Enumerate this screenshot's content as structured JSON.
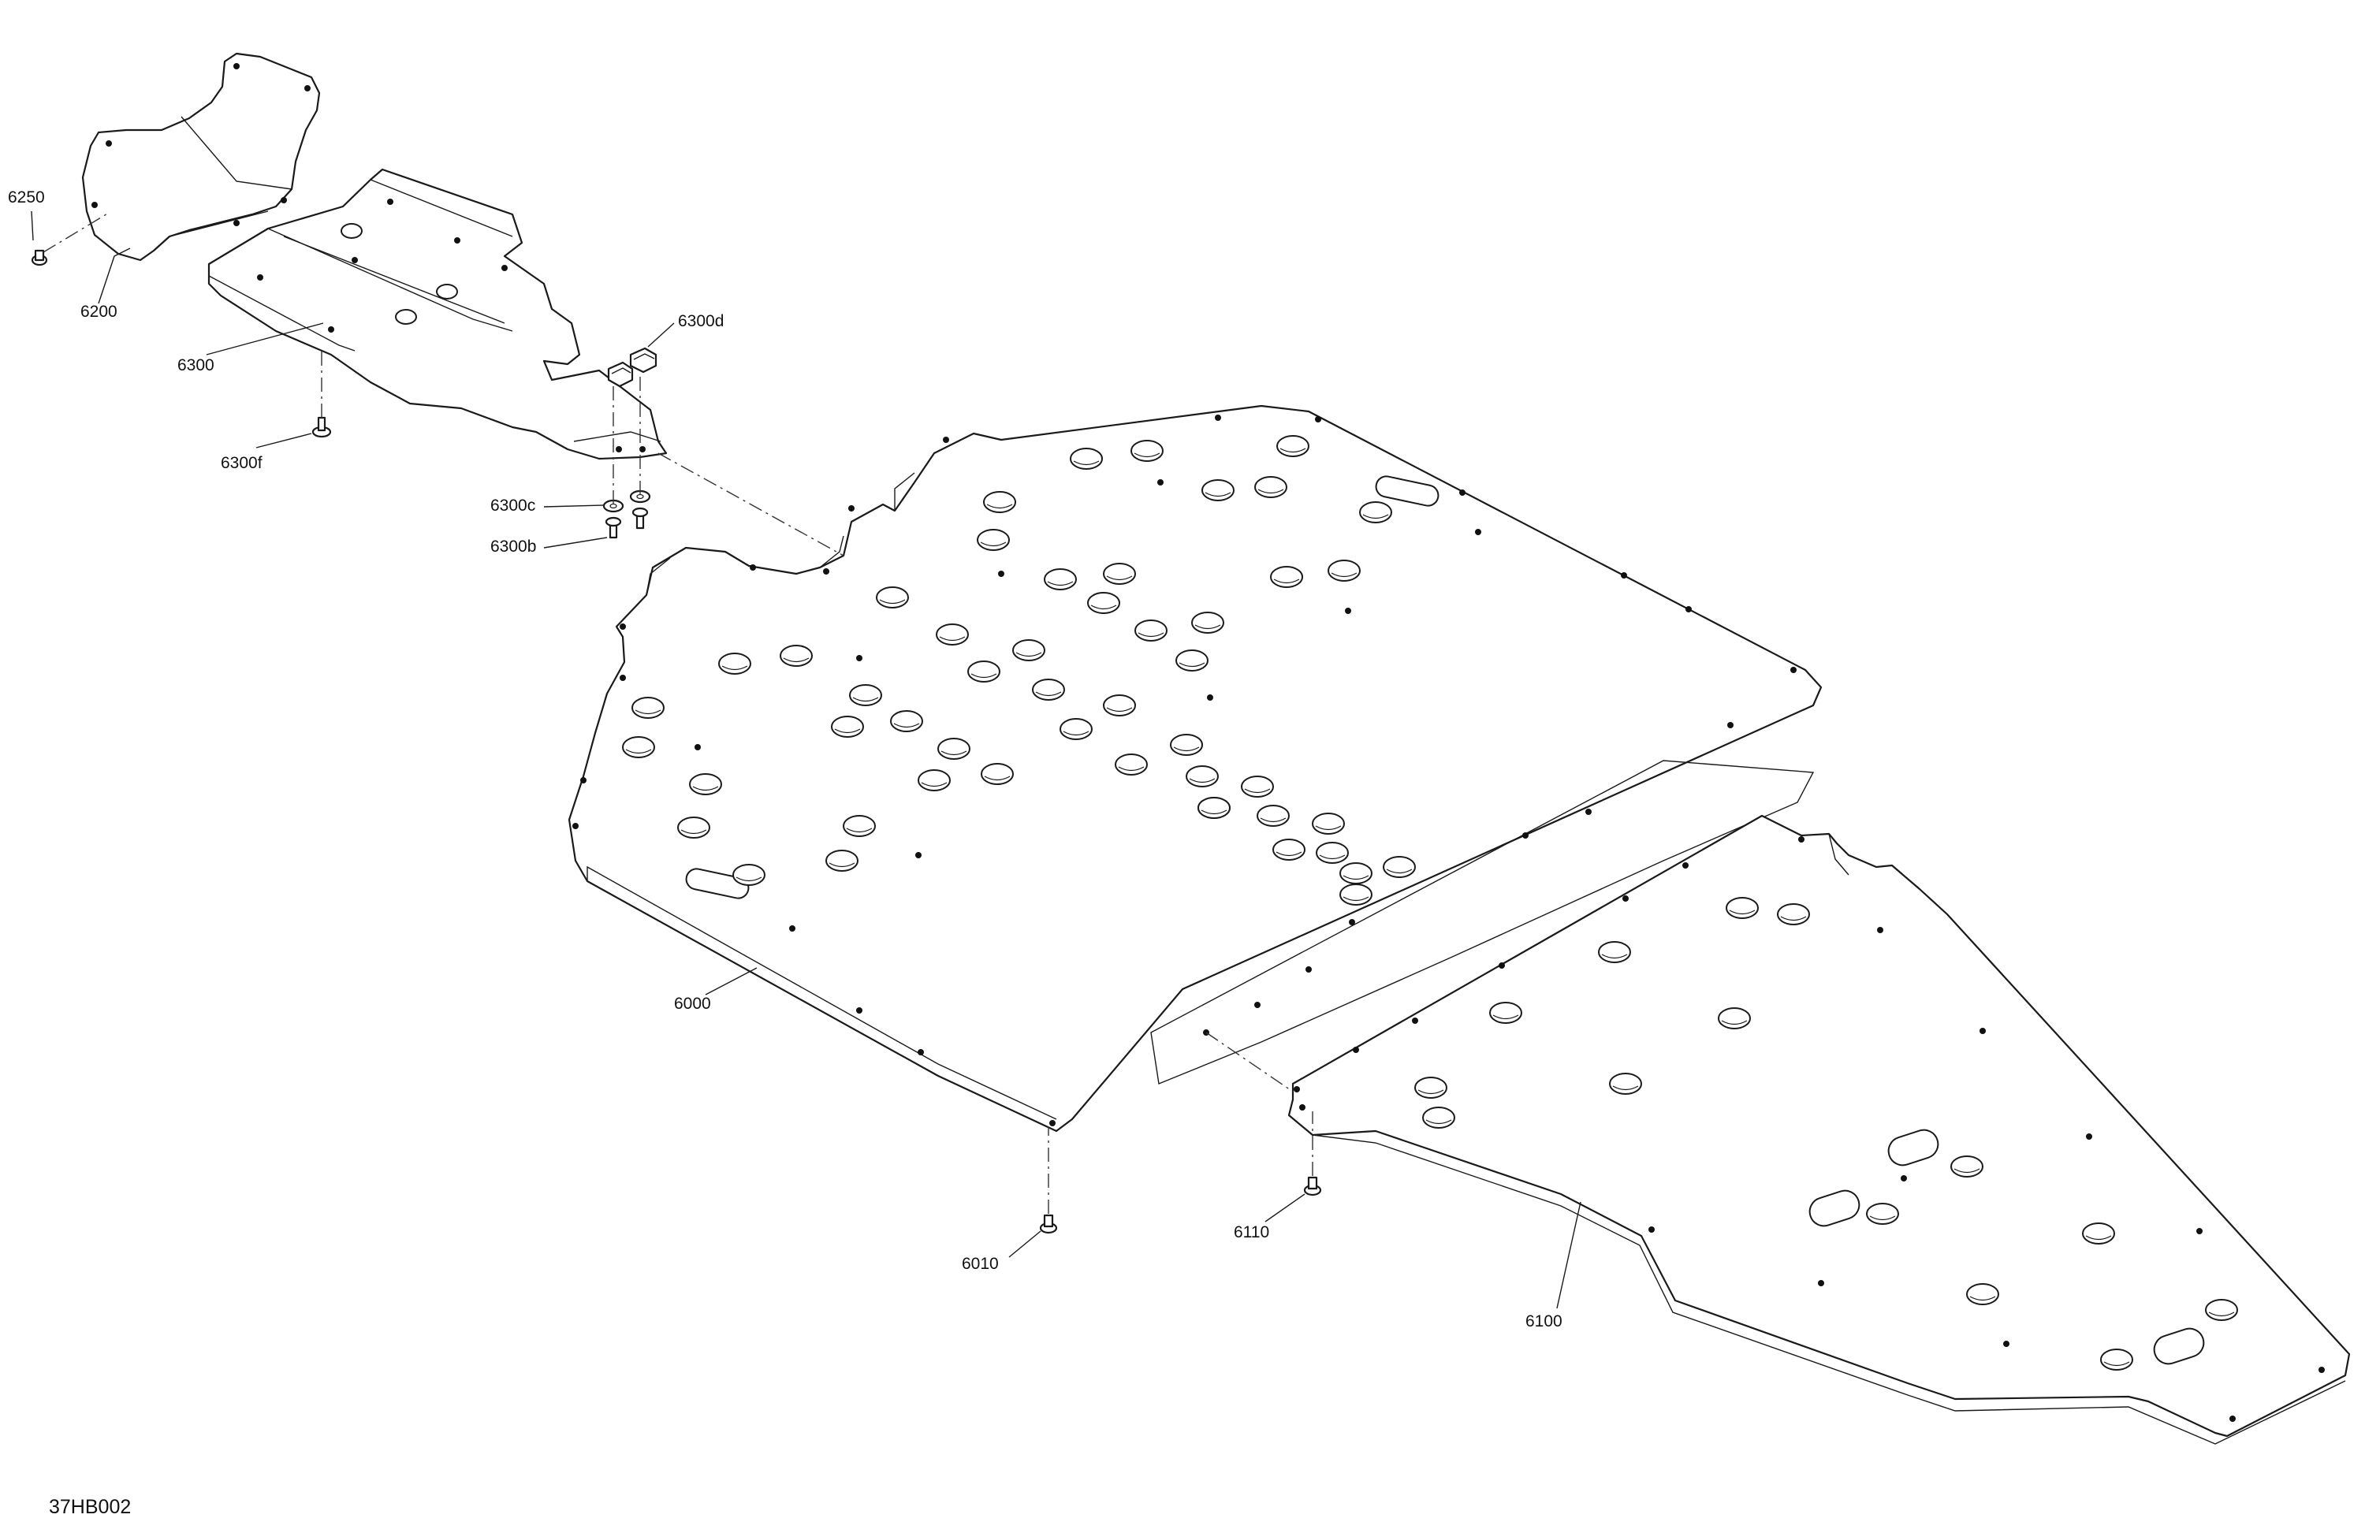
{
  "callouts": {
    "c6250": "6250",
    "c6200": "6200",
    "c6300": "6300",
    "c6300d": "6300d",
    "c6300f": "6300f",
    "c6300c": "6300c",
    "c6300b": "6300b",
    "c6000": "6000",
    "c6010": "6010",
    "c6110": "6110",
    "c6100": "6100"
  },
  "drawing_code": "37HB002",
  "colors": {
    "line": "#1a1a1a",
    "background": "#ffffff"
  }
}
